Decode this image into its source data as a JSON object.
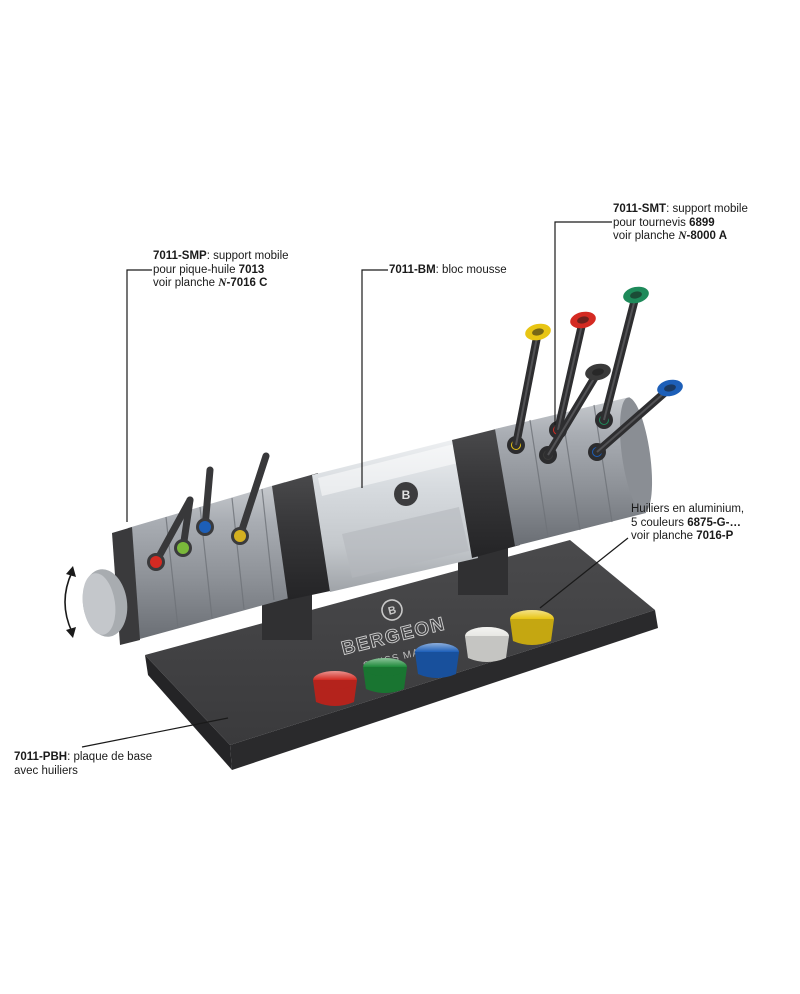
{
  "callouts": {
    "smp": {
      "code": "7011-SMP",
      "desc": ": support mobile",
      "line2_prefix": "pour pique-huile ",
      "line2_ref": "7013",
      "line3_prefix": "voir planche ",
      "line3_n": "N",
      "line3_ref": "-7016 C"
    },
    "bm": {
      "code": "7011-BM",
      "desc": ": bloc mousse"
    },
    "smt": {
      "code": "7011-SMT",
      "desc": ": support mobile",
      "line2_prefix": "pour tournevis ",
      "line2_ref": "6899",
      "line3_prefix": "voir planche ",
      "line3_n": "N",
      "line3_ref": "-8000 A"
    },
    "oilers": {
      "line1": "Huiliers en aluminium,",
      "line2_prefix": "5 couleurs ",
      "line2_ref": "6875-G-…",
      "line3_prefix": "voir planche ",
      "line3_ref": "7016-P"
    },
    "pbh": {
      "code": "7011-PBH",
      "desc": ": plaque de base",
      "line2": "avec huiliers"
    }
  },
  "branding": {
    "brand": "BERGEON",
    "tagline": "SWISS MADE",
    "logo_letter": "B"
  },
  "colors": {
    "oiler_caps": [
      "#d42a22",
      "#1e8a3a",
      "#1d5fb8",
      "#e8e8e4",
      "#e8c514"
    ],
    "driver_heads": [
      "#e8c514",
      "#d42a22",
      "#3a3a3a",
      "#1e8a5a",
      "#1d5fb8"
    ],
    "oil_heads": [
      "#d42a22",
      "#7ab83a",
      "#1d5fb8",
      "#d4b020"
    ]
  }
}
